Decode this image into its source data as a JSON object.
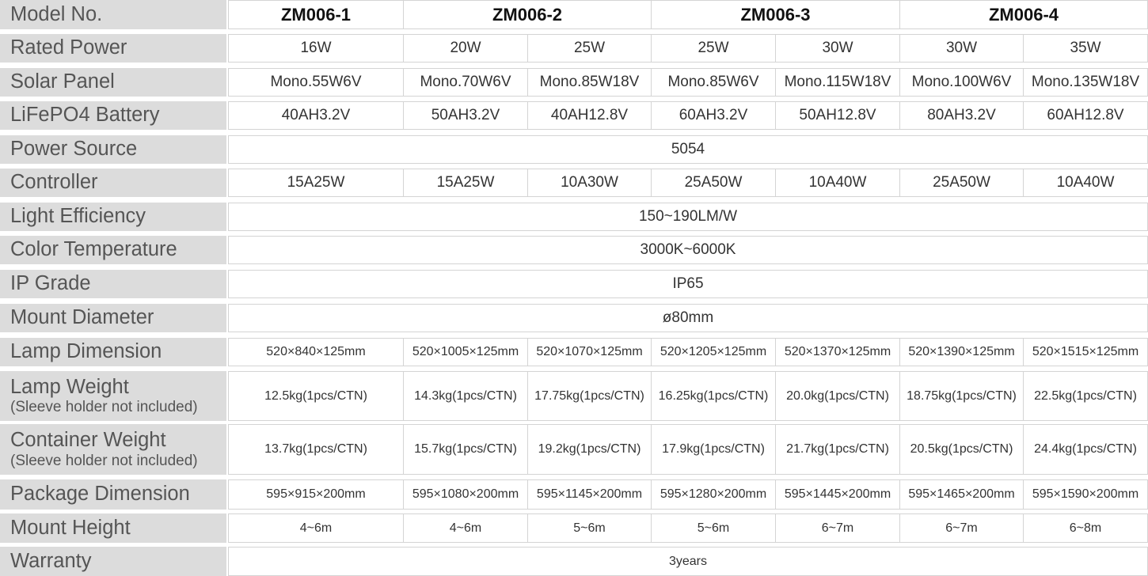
{
  "header": {
    "label": "Model No.",
    "models": [
      "ZM006-1",
      "ZM006-2",
      "ZM006-3",
      "ZM006-4"
    ]
  },
  "rows": [
    {
      "label": "Rated Power",
      "sub": "",
      "values": [
        "16W",
        "20W",
        "25W",
        "25W",
        "30W",
        "30W",
        "35W"
      ]
    },
    {
      "label": "Solar Panel",
      "sub": "",
      "values": [
        "Mono.55W6V",
        "Mono.70W6V",
        "Mono.85W18V",
        "Mono.85W6V",
        "Mono.115W18V",
        "Mono.100W6V",
        "Mono.135W18V"
      ]
    },
    {
      "label": "LiFePO4 Battery",
      "sub": "",
      "values": [
        "40AH3.2V",
        "50AH3.2V",
        "40AH12.8V",
        "60AH3.2V",
        "50AH12.8V",
        "80AH3.2V",
        "60AH12.8V"
      ]
    },
    {
      "label": "Power Source",
      "sub": "",
      "values": [
        "5054"
      ]
    },
    {
      "label": "Controller",
      "sub": "",
      "values": [
        "15A25W",
        "15A25W",
        "10A30W",
        "25A50W",
        "10A40W",
        "25A50W",
        "10A40W"
      ]
    },
    {
      "label": "Light Efficiency",
      "sub": "",
      "values": [
        "150~190LM/W"
      ]
    },
    {
      "label": "Color Temperature",
      "sub": "",
      "values": [
        "3000K~6000K"
      ]
    },
    {
      "label": "IP Grade",
      "sub": "",
      "values": [
        "IP65"
      ]
    },
    {
      "label": "Mount Diameter",
      "sub": "",
      "values": [
        "ø80mm"
      ]
    },
    {
      "label": "Lamp Dimension",
      "sub": "",
      "values": [
        "520×840×125mm",
        "520×1005×125mm",
        "520×1070×125mm",
        "520×1205×125mm",
        "520×1370×125mm",
        "520×1390×125mm",
        "520×1515×125mm"
      ]
    },
    {
      "label": "Lamp Weight",
      "sub": "(Sleeve holder not included)",
      "values": [
        "12.5kg(1pcs/CTN)",
        "14.3kg(1pcs/CTN)",
        "17.75kg(1pcs/CTN)",
        "16.25kg(1pcs/CTN)",
        "20.0kg(1pcs/CTN)",
        "18.75kg(1pcs/CTN)",
        "22.5kg(1pcs/CTN)"
      ]
    },
    {
      "label": "Container Weight",
      "sub": "(Sleeve holder not included)",
      "values": [
        "13.7kg(1pcs/CTN)",
        "15.7kg(1pcs/CTN)",
        "19.2kg(1pcs/CTN)",
        "17.9kg(1pcs/CTN)",
        "21.7kg(1pcs/CTN)",
        "20.5kg(1pcs/CTN)",
        "24.4kg(1pcs/CTN)"
      ]
    },
    {
      "label": "Package Dimension",
      "sub": "",
      "values": [
        "595×915×200mm",
        "595×1080×200mm",
        "595×1145×200mm",
        "595×1280×200mm",
        "595×1445×200mm",
        "595×1465×200mm",
        "595×1590×200mm"
      ]
    },
    {
      "label": "Mount Height",
      "sub": "",
      "values": [
        "4~6m",
        "4~6m",
        "5~6m",
        "5~6m",
        "6~7m",
        "6~7m",
        "6~8m"
      ]
    },
    {
      "label": "Warranty",
      "sub": "",
      "values": [
        "3years"
      ]
    }
  ]
}
